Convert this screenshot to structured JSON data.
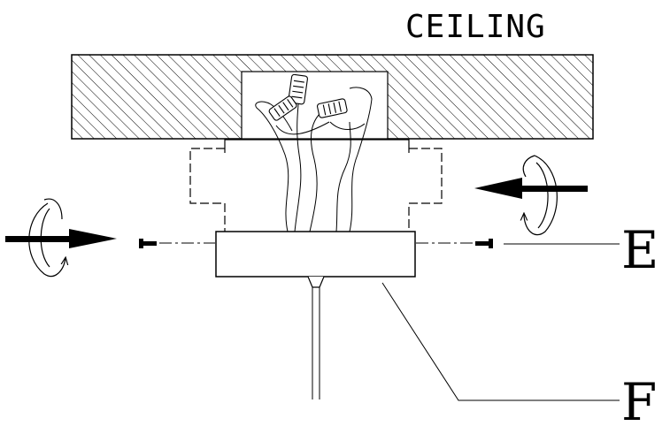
{
  "labels": {
    "ceiling": "CEILING",
    "callout_e": "E",
    "callout_f": "F"
  },
  "colors": {
    "line": "#000000",
    "background": "#ffffff"
  },
  "icons": [
    "rotate-arrow-icon",
    "direction-arrow-icon",
    "screw-icon",
    "wire-connector-icon"
  ]
}
